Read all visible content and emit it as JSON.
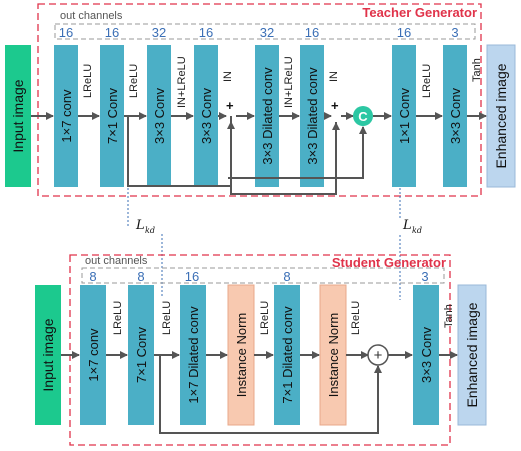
{
  "teacher": {
    "title": "Teacher Generator",
    "out_channels_label": "out channels",
    "input_label": "Input image",
    "output_label": "Enhanced image",
    "channels": [
      "16",
      "16",
      "32",
      "16",
      "32",
      "16",
      "16",
      "3"
    ],
    "blocks": [
      "1×7 conv",
      "7×1 Conv",
      "3×3 Conv",
      "3×3 Conv",
      "3×3 Dilated conv",
      "3×3 Dilated conv",
      "1×1 Conv",
      "3×3 Conv"
    ],
    "side_labels": [
      "LReLU",
      "LReLU",
      "IN+LReLU",
      "IN",
      "IN+LReLU",
      "IN",
      "LReLU",
      "Tanh"
    ],
    "concat_symbol": "C",
    "plus_symbol": "+"
  },
  "student": {
    "title": "Student Generator",
    "out_channels_label": "out channels",
    "input_label": "Input image",
    "output_label": "Enhanced image",
    "channels": [
      "8",
      "8",
      "16",
      "8",
      "3"
    ],
    "blocks": [
      "1×7 conv",
      "7×1 Conv",
      "1×7 Dilated conv",
      "Instance Norm",
      "7×1 Dilated conv",
      "Instance Norm",
      "3×3 Conv"
    ],
    "side_labels": [
      "LReLU",
      "LReLU",
      "LReLU",
      "LReLU",
      "Tanh"
    ],
    "plus_symbol": "+"
  },
  "distillation": {
    "loss_symbol": "L",
    "loss_subscript": "kd"
  },
  "colors": {
    "frame": "#e0334a",
    "conv_block": "#4bafc6",
    "input_block": "#1cc98e",
    "output_block": "#bcd6ee",
    "norm_block": "#f8c9b0",
    "concat": "#2cc7a3",
    "channel_text": "#3b6fb6"
  }
}
